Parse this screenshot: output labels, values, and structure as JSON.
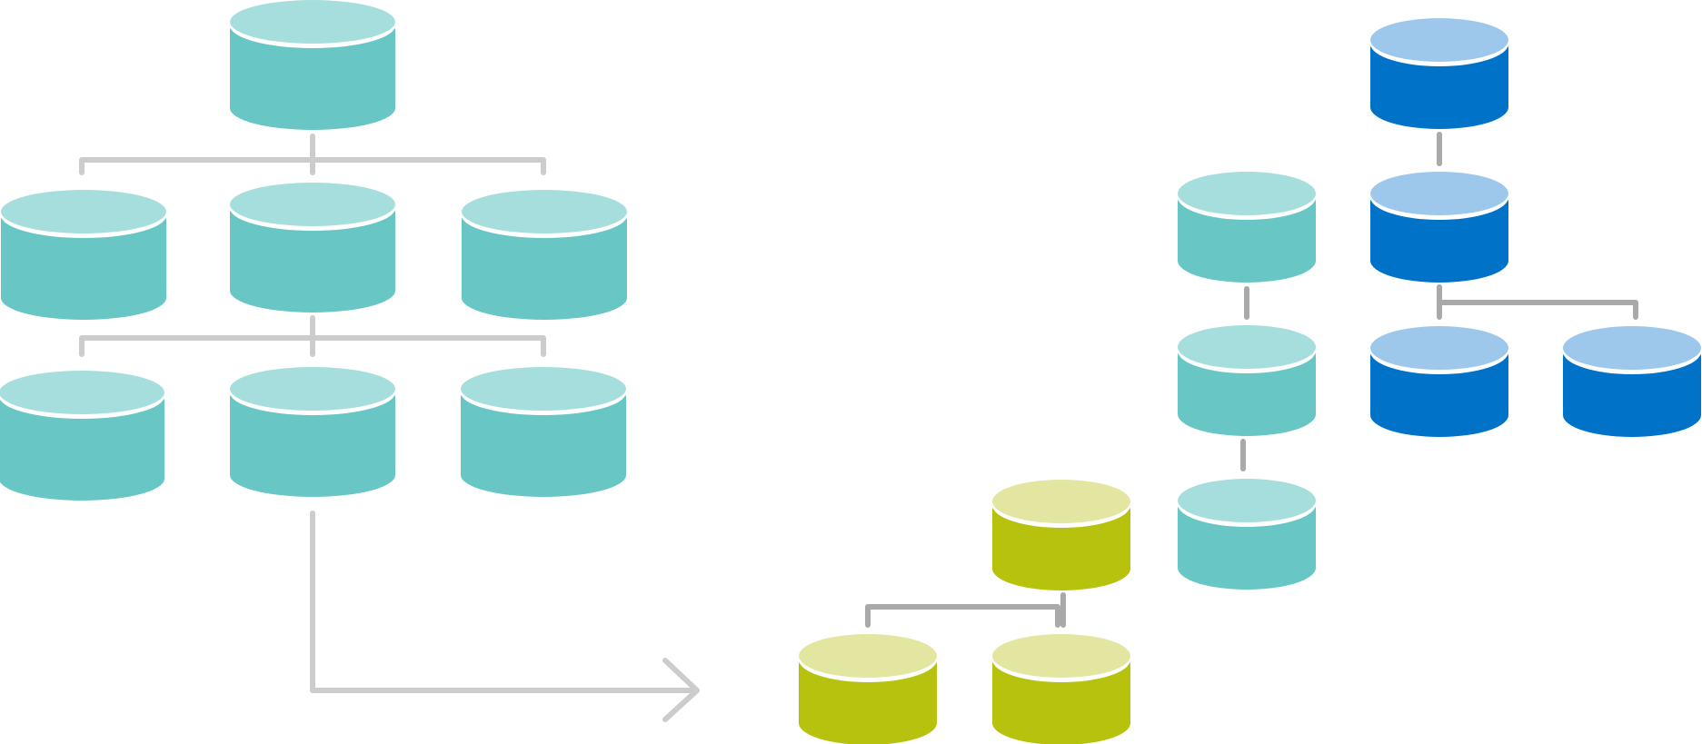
{
  "diagram": {
    "palette": {
      "teal_body": "#68C6C5",
      "teal_top": "#A6DEDD",
      "olive_body": "#B7C20E",
      "olive_top": "#E3E6A0",
      "blue_body": "#0073C9",
      "blue_top": "#9DC8EB",
      "gray_connector": "#CCCCCC",
      "dark_connector": "#A9A9A9",
      "rim": "#FFFFFF"
    },
    "groups": [
      {
        "id": "source-tree",
        "color": "teal",
        "database_count": 7
      },
      {
        "id": "teal-chain",
        "color": "teal",
        "database_count": 3
      },
      {
        "id": "olive-tree",
        "color": "olive",
        "database_count": 3
      },
      {
        "id": "blue-tree",
        "color": "blue",
        "database_count": 4
      }
    ],
    "connections": [
      {
        "from": "source-root",
        "to": [
          "source-left",
          "source-mid",
          "source-right"
        ]
      },
      {
        "from": "source-mid",
        "to": [
          "source-bottom-left",
          "source-bottom-mid",
          "source-bottom-right"
        ]
      },
      {
        "from": "source-bottom-mid",
        "to": [
          "olive-tree"
        ],
        "type": "arrow"
      },
      {
        "from": "teal-chain-1",
        "to": [
          "teal-chain-2"
        ]
      },
      {
        "from": "teal-chain-2",
        "to": [
          "teal-chain-3"
        ]
      },
      {
        "from": "olive-root",
        "to": [
          "olive-left",
          "olive-right"
        ]
      },
      {
        "from": "blue-root",
        "to": [
          "blue-2"
        ]
      },
      {
        "from": "blue-2",
        "to": [
          "blue-left",
          "blue-right"
        ]
      }
    ]
  }
}
